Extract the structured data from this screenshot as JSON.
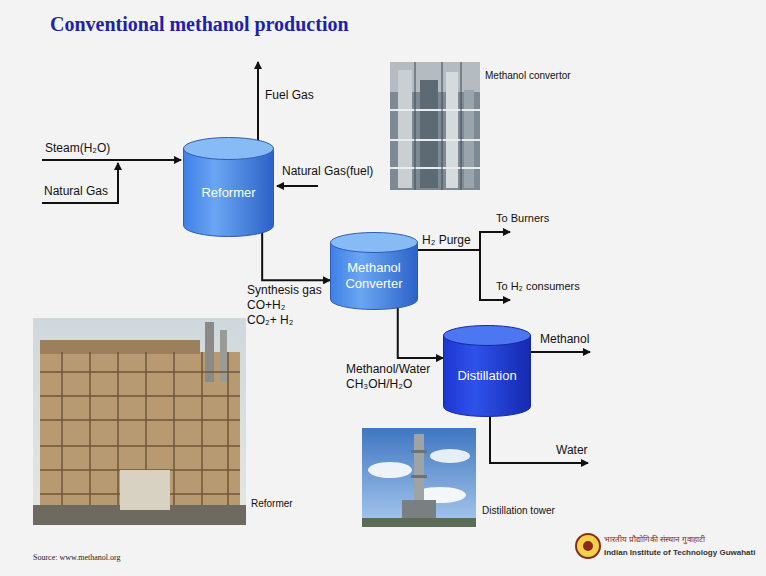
{
  "diagram": {
    "title": "Conventional methanol production",
    "nodes": [
      {
        "text": [
          "Reformer"
        ]
      },
      {
        "text": [
          "Methanol Converter"
        ]
      },
      {
        "text": [
          "Distillation"
        ]
      }
    ],
    "edges": [
      {
        "from": 0,
        "to": 1,
        "arrow": "to",
        "label": "Synthesis gas"
      },
      {
        "from": 1,
        "to": 2,
        "arrow": "to",
        "label": "Methanol/Water"
      }
    ],
    "labels": [
      "Steam(H₂O)",
      "Natural Gas",
      "Fuel Gas",
      "Natural Gas(fuel)",
      "CO+H₂",
      "CO₂+ H₂",
      "H₂ Purge",
      "To Burners",
      "To H₂ consumers",
      "CH₃OH/H₂O",
      "Methanol",
      "Water",
      "Methanol convertor",
      "Reformer",
      "Distillation tower",
      "Source: www.methanol.org",
      "भारतीय प्रौद्योगिकी संस्थान गुवाहाटी",
      "Indian Institute of Technology Guwahati"
    ]
  }
}
